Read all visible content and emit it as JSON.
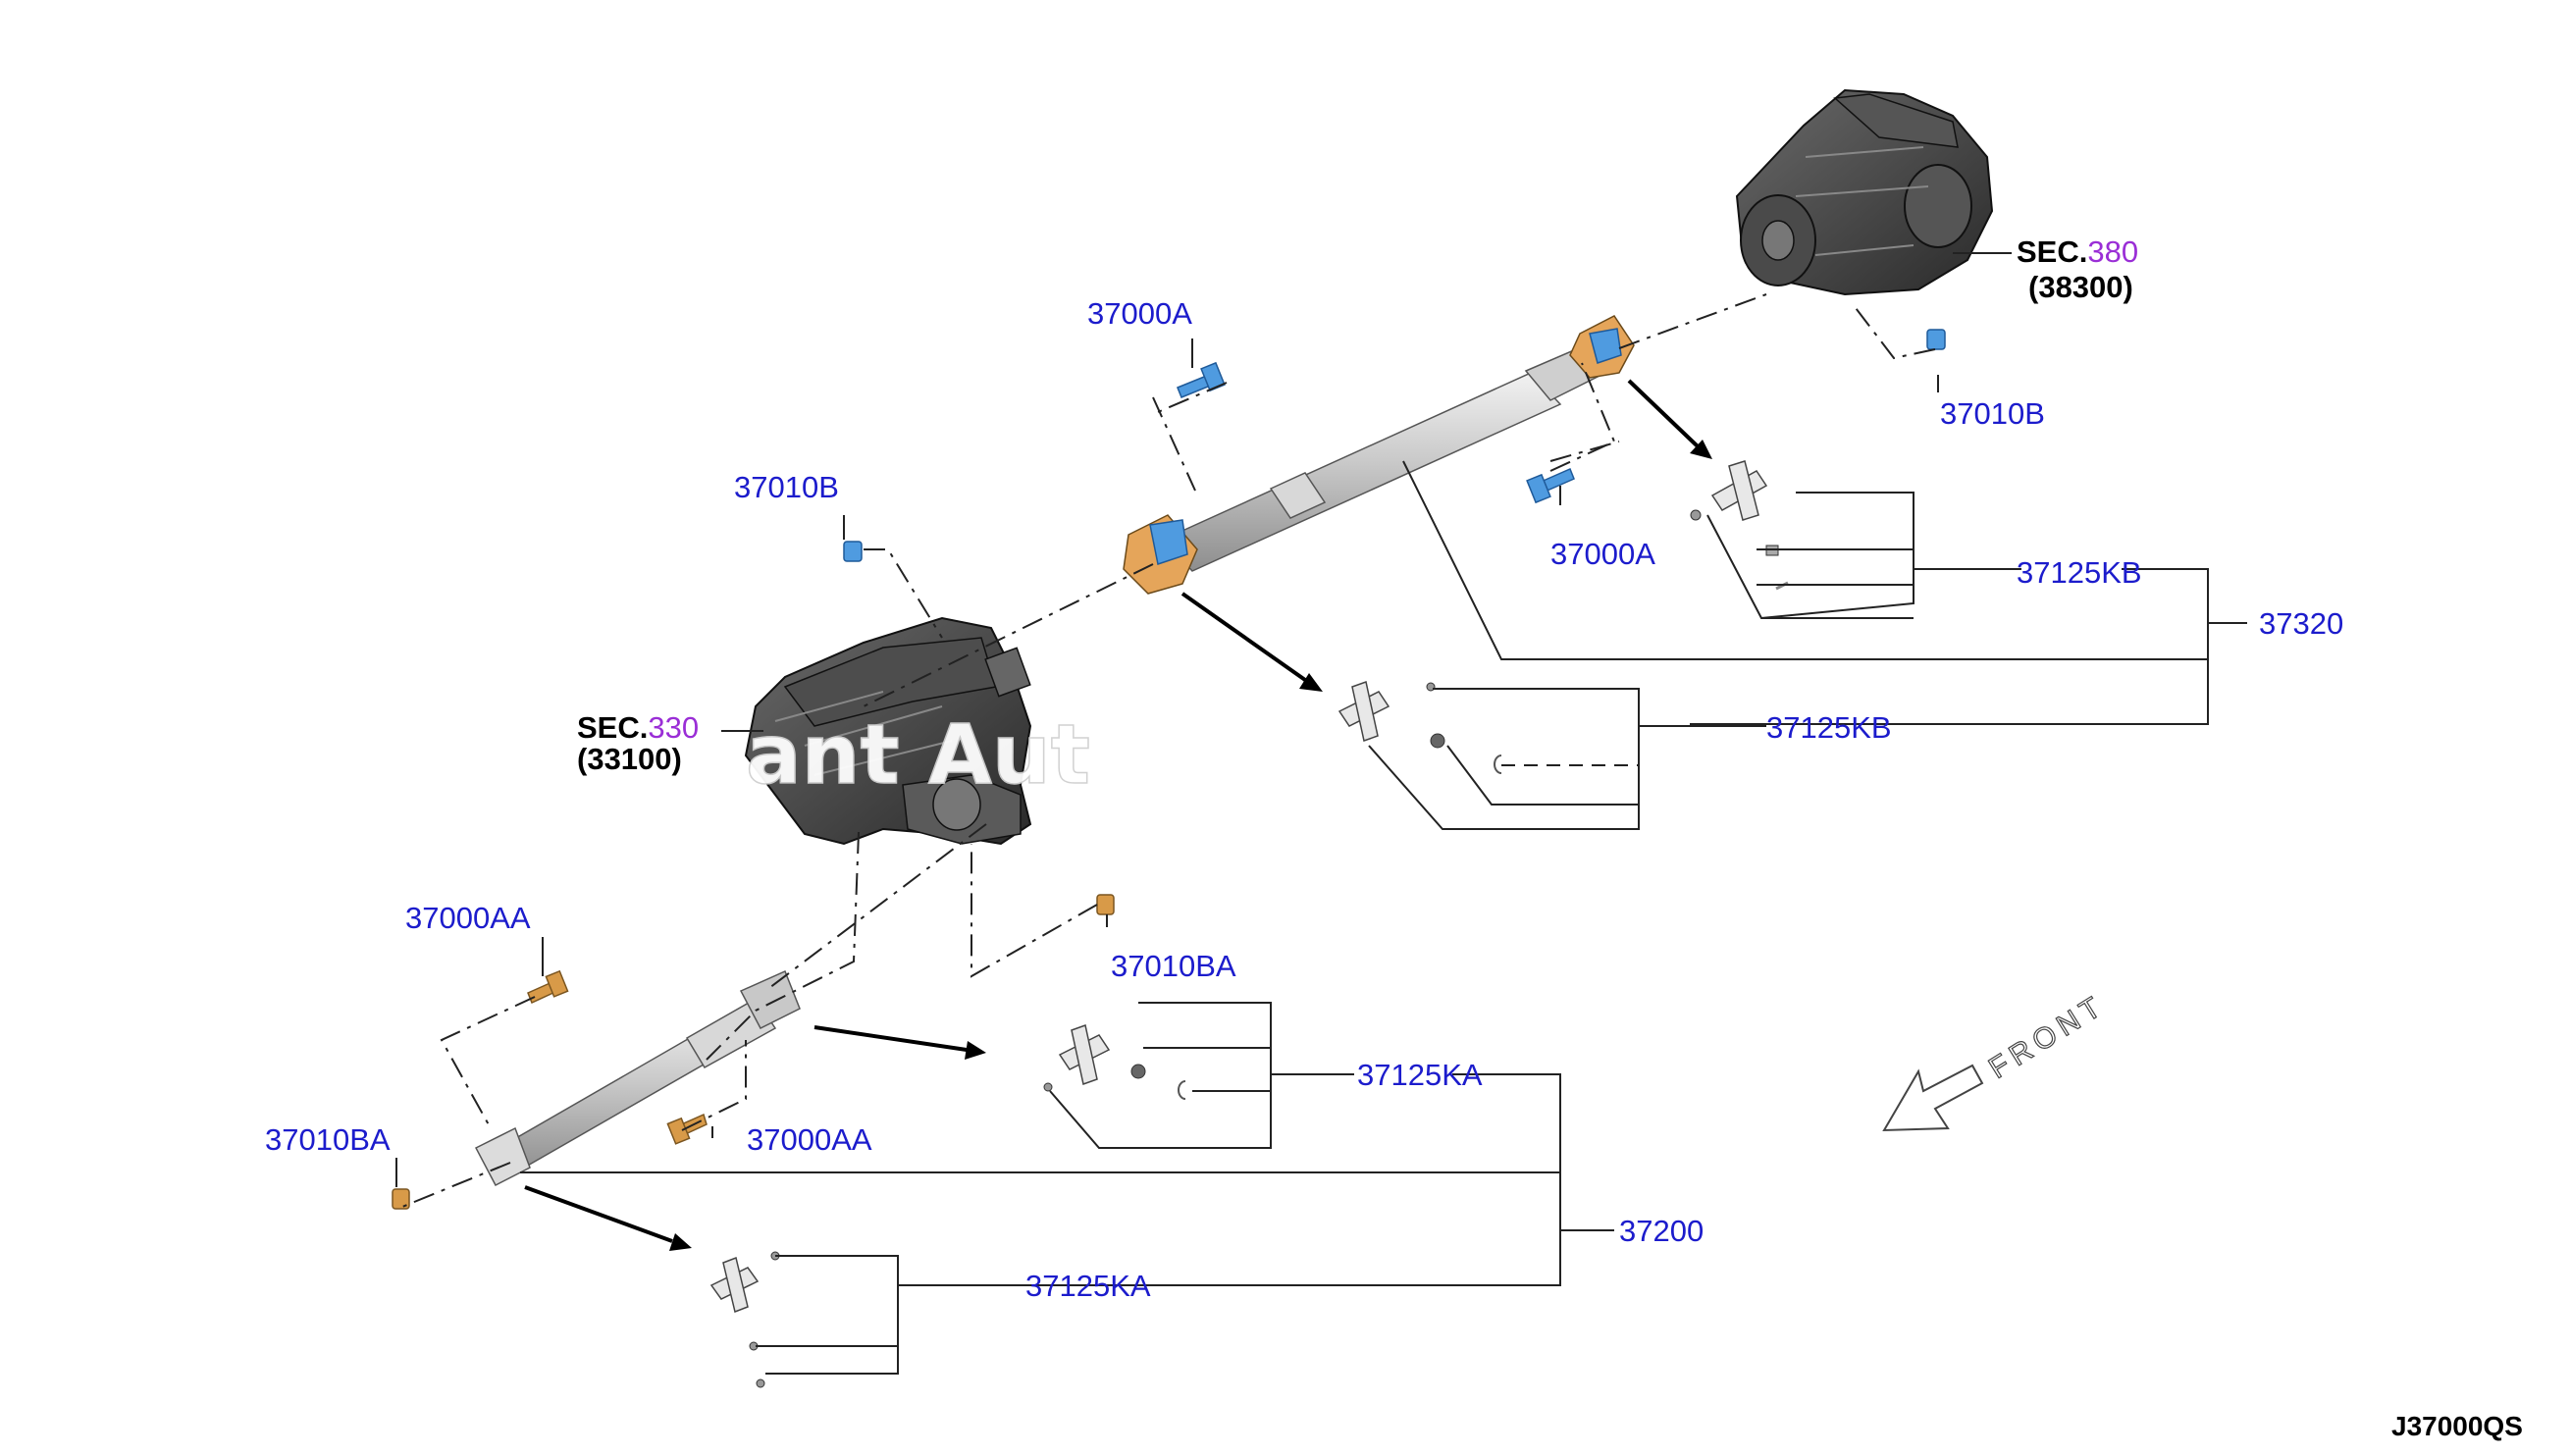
{
  "diagram": {
    "code": "J37000QS",
    "front_label": "FRONT",
    "watermark": "ant Aut",
    "sections": [
      {
        "prefix": "SEC.",
        "number": "380",
        "sub": "(38300)"
      },
      {
        "prefix": "SEC.",
        "number": "330",
        "sub": "(33100)"
      }
    ],
    "labels": {
      "p37000A_top": "37000A",
      "p37000A_mid": "37000A",
      "p37010B_right": "37010B",
      "p37010B_left": "37010B",
      "p37125KB_upper": "37125KB",
      "p37125KB_lower": "37125KB",
      "p37320": "37320",
      "p37000AA_top": "37000AA",
      "p37000AA_low": "37000AA",
      "p37010BA_right": "37010BA",
      "p37010BA_left": "37010BA",
      "p37125KA_upper": "37125KA",
      "p37125KA_lower": "37125KA",
      "p37200": "37200"
    },
    "colors": {
      "label_blue": "#1c1ccc",
      "section_purple": "#9a2ed6",
      "bolt_blue": "#4f9be0",
      "bolt_orange": "#d89a48",
      "shaft_grey": "#b5b5b5",
      "housing_dark": "#3a3a3a"
    }
  }
}
